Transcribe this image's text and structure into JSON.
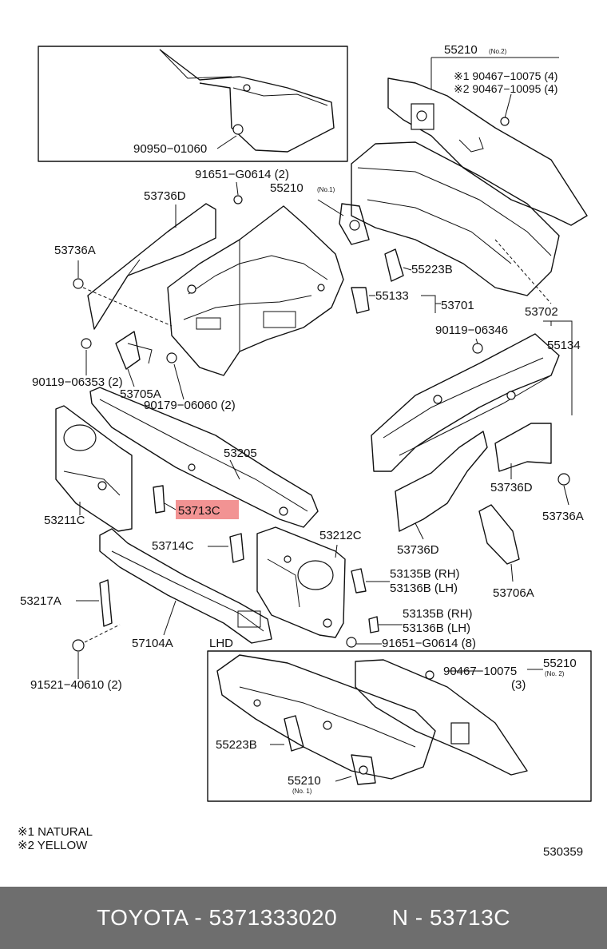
{
  "callouts": {
    "c55210_no2": "55210",
    "c55210_no2_sub": "(No.2)",
    "c90467_10075_4": "※1 90467−10075 (4)",
    "c90467_10095_4": "※2 90467−10095 (4)",
    "c90950": "90950−01060",
    "c91651_2": "91651−G0614 (2)",
    "c55210_no1": "55210",
    "c55210_no1_sub": "(No.1)",
    "c53736D_top": "53736D",
    "c53736A_left": "53736A",
    "c55223B_top": "55223B",
    "c55133": "55133",
    "c53701": "53701",
    "c53702": "53702",
    "c90119_06346": "90119−06346",
    "c55134": "55134",
    "c90119_06353": "90119−06353 (2)",
    "c53705A": "53705A",
    "c90179": "90179−06060 (2)",
    "c53205": "53205",
    "c53713C": "53713C",
    "c53211C": "53211C",
    "c53736D_right": "53736D",
    "c53736A_right": "53736A",
    "c53212C": "53212C",
    "c53714C": "53714C",
    "c53135B_1": "53135B (RH)",
    "c53136B_1": "53136B (LH)",
    "c53735A": "53706A",
    "c53736D_bottom": "53736D",
    "c53217A": "53217A",
    "c57104A": "57104A",
    "c53135B_2": "53135B (RH)",
    "c53136B_2": "53136B (LH)",
    "c91651_8": "91651−G0614 (8)",
    "c91521": "91521−40610 (2)",
    "lhd": "LHD",
    "c90467_3": "90467−10075",
    "c90467_3_qty": "(3)",
    "c55210_lhd_no2": "55210",
    "c55210_lhd_no2_sub": "(No. 2)",
    "c55223B_lhd": "55223B",
    "c55210_lhd_no1": "55210",
    "c55210_lhd_no1_sub": "(No. 1)"
  },
  "legend": {
    "note1": "※1 NATURAL",
    "note2": "※2 YELLOW"
  },
  "diagram_code": "530359",
  "highlight_color": "#f08080",
  "footer": {
    "brand_part": "TOYOTA - 5371333020",
    "ref": "N - 53713C"
  }
}
